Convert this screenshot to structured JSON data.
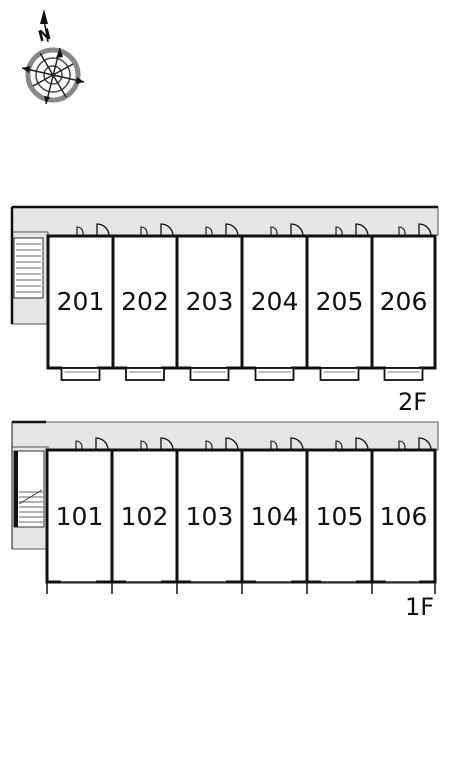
{
  "compass": {
    "north_letter": "N"
  },
  "floors": [
    {
      "label": "2F",
      "units": [
        {
          "number": "201"
        },
        {
          "number": "202"
        },
        {
          "number": "203"
        },
        {
          "number": "204"
        },
        {
          "number": "205"
        },
        {
          "number": "206"
        }
      ]
    },
    {
      "label": "1F",
      "units": [
        {
          "number": "101"
        },
        {
          "number": "102"
        },
        {
          "number": "103"
        },
        {
          "number": "104"
        },
        {
          "number": "105"
        },
        {
          "number": "106"
        }
      ]
    }
  ],
  "colors": {
    "corridor": "#e6e6e6",
    "wall": "#111111",
    "background": "#ffffff"
  }
}
